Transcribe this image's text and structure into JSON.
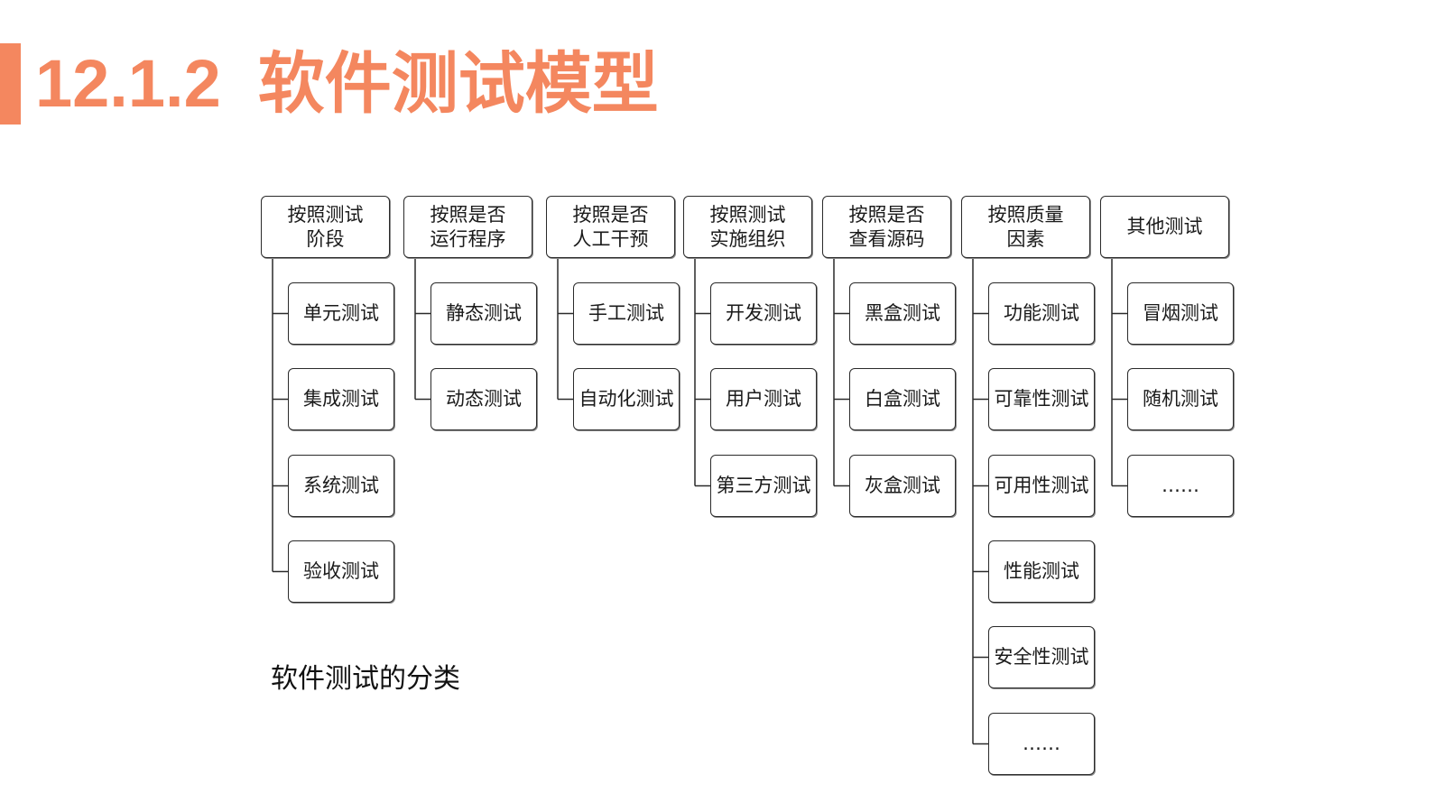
{
  "colors": {
    "accent": "#F4875F",
    "box_border": "#2a2a2a"
  },
  "title": {
    "number": "12.1.2",
    "text": "软件测试模型"
  },
  "diagram": {
    "columns": [
      {
        "header": [
          "按照测试",
          "阶段"
        ],
        "children": [
          "单元测试",
          "集成测试",
          "系统测试",
          "验收测试"
        ]
      },
      {
        "header": [
          "按照是否",
          "运行程序"
        ],
        "children": [
          "静态测试",
          "动态测试"
        ]
      },
      {
        "header": [
          "按照是否",
          "人工干预"
        ],
        "children": [
          "手工测试",
          "自动化测试"
        ]
      },
      {
        "header": [
          "按照测试",
          "实施组织"
        ],
        "children": [
          "开发测试",
          "用户测试",
          "第三方测试"
        ]
      },
      {
        "header": [
          "按照是否",
          "查看源码"
        ],
        "children": [
          "黑盒测试",
          "白盒测试",
          "灰盒测试"
        ]
      },
      {
        "header": [
          "按照质量",
          "因素"
        ],
        "children": [
          "功能测试",
          "可靠性测试",
          "可用性测试",
          "性能测试",
          "安全性测试",
          "……"
        ]
      },
      {
        "header": [
          "其他测试"
        ],
        "children": [
          "冒烟测试",
          "随机测试",
          "……"
        ]
      }
    ]
  },
  "caption": "软件测试的分类"
}
